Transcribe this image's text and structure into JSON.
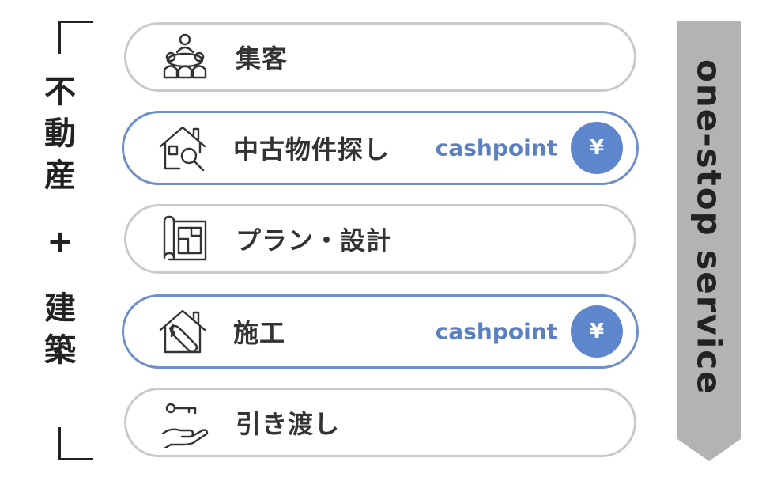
{
  "left_label": {
    "top_chars": [
      "不",
      "動",
      "産"
    ],
    "plus": "+",
    "bottom_chars": [
      "建",
      "築"
    ]
  },
  "steps": [
    {
      "label": "集客",
      "icon": "people-meeting-icon",
      "cashpoint": "",
      "yen": ""
    },
    {
      "label": "中古物件探し",
      "icon": "house-search-icon",
      "cashpoint": "cashpoint",
      "yen": "¥"
    },
    {
      "label": "プラン・設計",
      "icon": "blueprint-icon",
      "cashpoint": "",
      "yen": ""
    },
    {
      "label": "施工",
      "icon": "house-wrench-icon",
      "cashpoint": "cashpoint",
      "yen": "¥"
    },
    {
      "label": "引き渡し",
      "icon": "hand-key-icon",
      "cashpoint": "",
      "yen": ""
    }
  ],
  "banner": {
    "text": "one-stop service"
  },
  "colors": {
    "highlight_border": "#6f8fca",
    "normal_border": "#c9c9c9",
    "yen_badge": "#5d86cd",
    "cashpoint_text": "#5b7fc0",
    "banner": "#b3b3b3"
  }
}
